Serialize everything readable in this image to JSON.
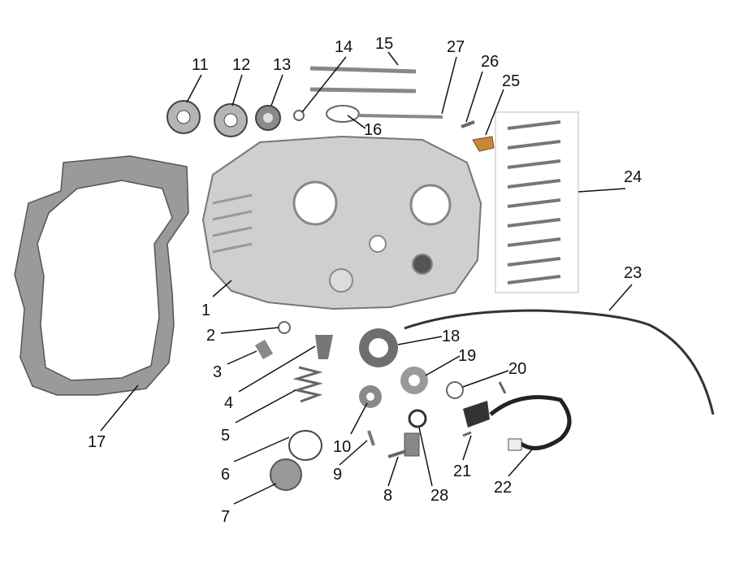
{
  "callouts": [
    {
      "id": "1",
      "label": "1"
    },
    {
      "id": "2",
      "label": "2"
    },
    {
      "id": "3",
      "label": "3"
    },
    {
      "id": "4",
      "label": "4"
    },
    {
      "id": "5",
      "label": "5"
    },
    {
      "id": "6",
      "label": "6"
    },
    {
      "id": "7",
      "label": "7"
    },
    {
      "id": "8",
      "label": "8"
    },
    {
      "id": "9",
      "label": "9"
    },
    {
      "id": "10",
      "label": "10"
    },
    {
      "id": "11",
      "label": "11"
    },
    {
      "id": "12",
      "label": "12"
    },
    {
      "id": "13",
      "label": "13"
    },
    {
      "id": "14",
      "label": "14"
    },
    {
      "id": "15",
      "label": "15"
    },
    {
      "id": "16",
      "label": "16"
    },
    {
      "id": "17",
      "label": "17"
    },
    {
      "id": "18",
      "label": "18"
    },
    {
      "id": "19",
      "label": "19"
    },
    {
      "id": "20",
      "label": "20"
    },
    {
      "id": "21",
      "label": "21"
    },
    {
      "id": "22",
      "label": "22"
    },
    {
      "id": "23",
      "label": "23"
    },
    {
      "id": "24",
      "label": "24"
    },
    {
      "id": "25",
      "label": "25"
    },
    {
      "id": "26",
      "label": "26"
    },
    {
      "id": "27",
      "label": "27"
    },
    {
      "id": "28",
      "label": "28"
    }
  ],
  "colors": {
    "part_metal": "#c9c9c9",
    "part_dark": "#555555",
    "gasket": "#b0b0b0",
    "line": "#111111"
  }
}
